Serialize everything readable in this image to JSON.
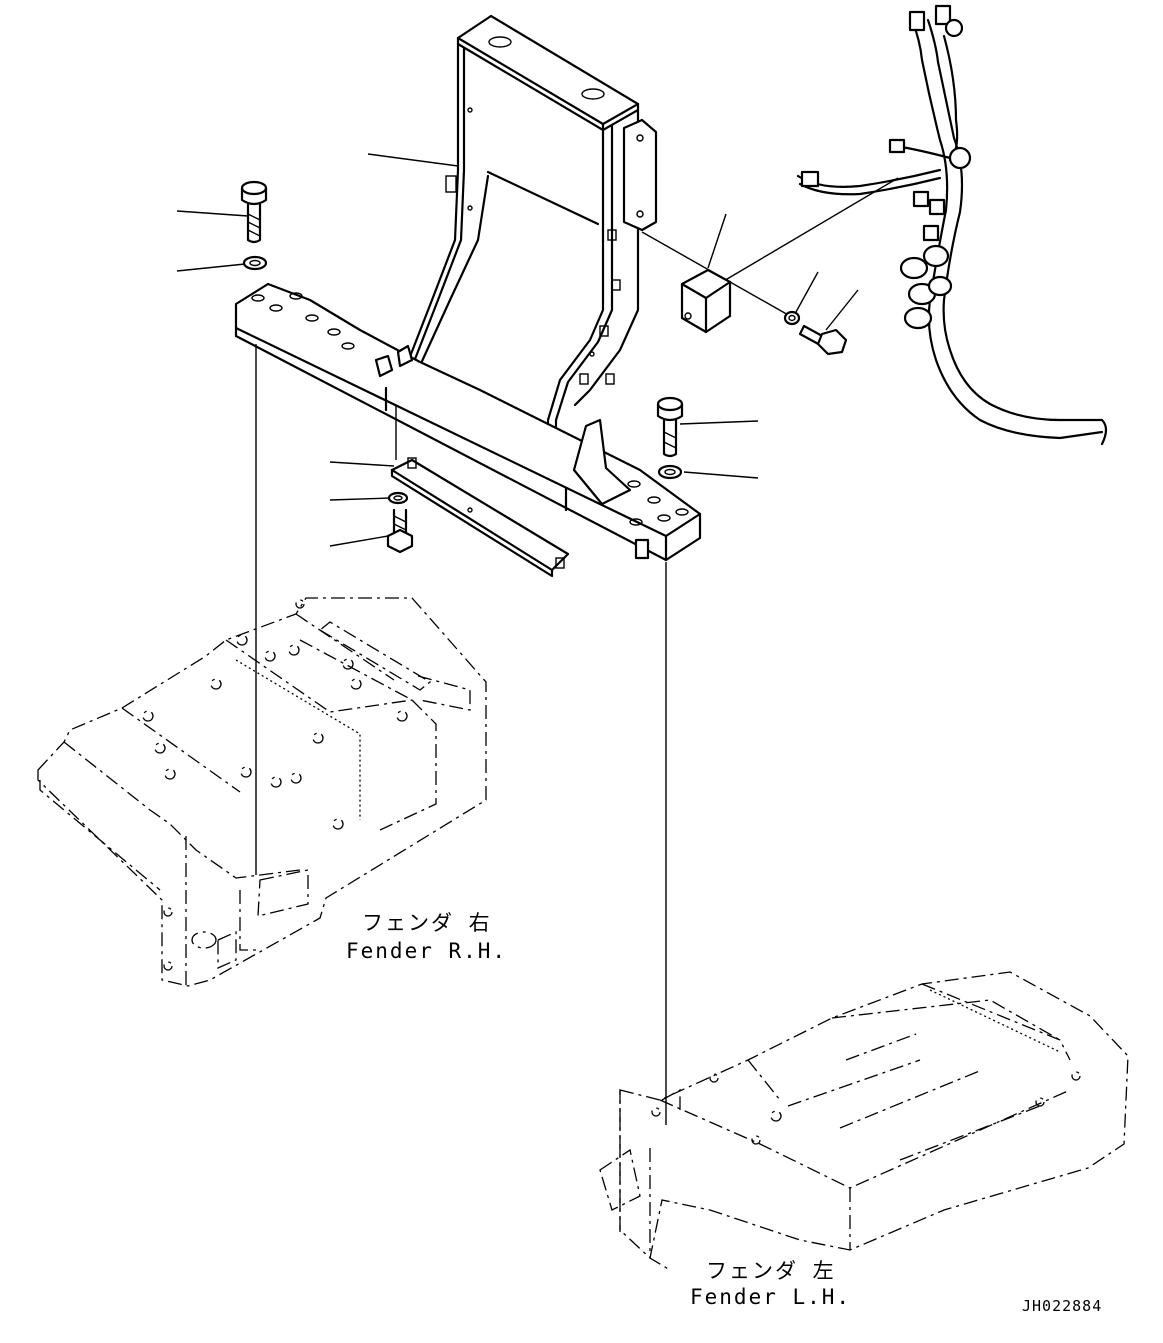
{
  "labels": {
    "fender_rh_jp": "フェンダ 右",
    "fender_rh_en": "Fender R.H.",
    "fender_lh_jp": "フェンダ 左",
    "fender_lh_en": "Fender L.H."
  },
  "drawing_code": "JH022884"
}
